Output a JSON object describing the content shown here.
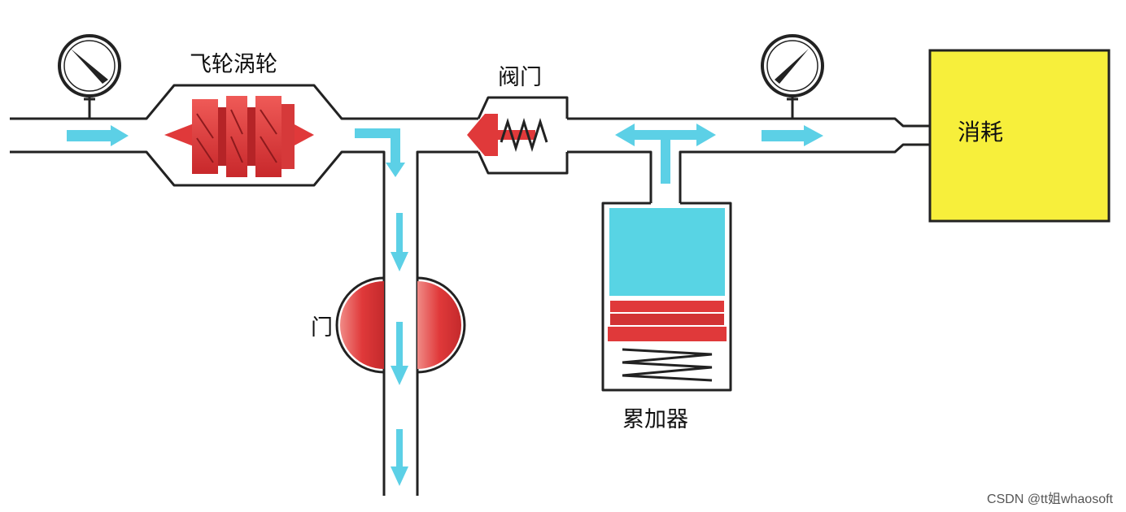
{
  "labels": {
    "turbine": "飞轮涡轮",
    "valve": "阀门",
    "gate": "门",
    "accumulator": "累加器",
    "consumer": "消耗"
  },
  "watermark": "CSDN @tt姐whaosoft",
  "colors": {
    "pipe_stroke": "#222222",
    "flow_arrow": "#5cd0e6",
    "component_red": "#e0393a",
    "fluid_cyan": "#58d4e4",
    "consumer_fill": "#f7ef3b"
  },
  "icons": [
    "pressure-gauge-icon",
    "pressure-gauge-icon"
  ]
}
